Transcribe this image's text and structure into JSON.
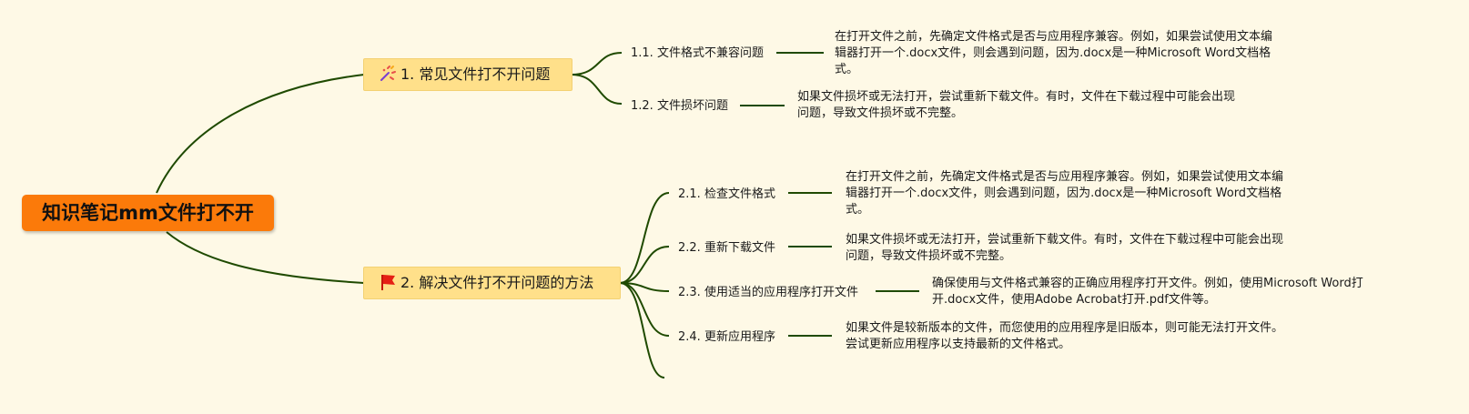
{
  "root": {
    "title": "知识笔记mm文件打不开"
  },
  "branches": [
    {
      "label": "1. 常见文件打不开问题",
      "icon": "sparkle-icon",
      "children": [
        {
          "label": "1.1. 文件格式不兼容问题",
          "note": "在打开文件之前，先确定文件格式是否与应用程序兼容。例如，如果尝试使用文本编辑器打开一个.docx文件，则会遇到问题，因为.docx是一种Microsoft Word文档格式。"
        },
        {
          "label": "1.2. 文件损坏问题",
          "note": "如果文件损坏或无法打开，尝试重新下载文件。有时，文件在下载过程中可能会出现问题，导致文件损坏或不完整。"
        }
      ]
    },
    {
      "label": "2. 解决文件打不开问题的方法",
      "icon": "red-flag-icon",
      "children": [
        {
          "label": "2.1. 检查文件格式",
          "note": "在打开文件之前，先确定文件格式是否与应用程序兼容。例如，如果尝试使用文本编辑器打开一个.docx文件，则会遇到问题，因为.docx是一种Microsoft Word文档格式。"
        },
        {
          "label": "2.2. 重新下载文件",
          "note": "如果文件损坏或无法打开，尝试重新下载文件。有时，文件在下载过程中可能会出现问题，导致文件损坏或不完整。"
        },
        {
          "label": "2.3. 使用适当的应用程序打开文件",
          "note": "确保使用与文件格式兼容的正确应用程序打开文件。例如，使用Microsoft Word打开.docx文件，使用Adobe Acrobat打开.pdf文件等。"
        },
        {
          "label": "2.4. 更新应用程序",
          "note": "如果文件是较新版本的文件，而您使用的应用程序是旧版本，则可能无法打开文件。尝试更新应用程序以支持最新的文件格式。"
        }
      ]
    }
  ],
  "colors": {
    "line": "#1f4a00",
    "root_bg": "#fb7a0a",
    "branch_bg": "#ffe08a",
    "background": "#fef9e6"
  }
}
